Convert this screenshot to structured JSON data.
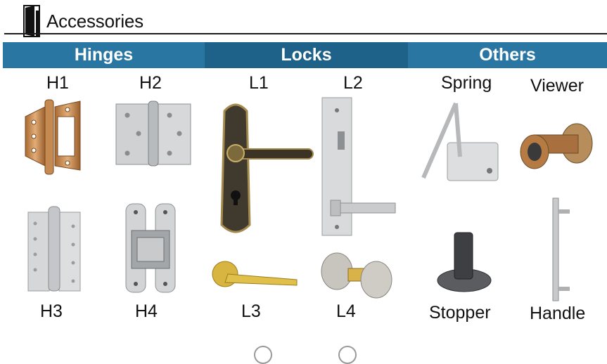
{
  "header": {
    "title": "Accessories",
    "icon": "door-icon"
  },
  "categories": [
    {
      "label": "Hinges",
      "color": "#2a76a3"
    },
    {
      "label": "Locks",
      "color": "#1f6289"
    },
    {
      "label": "Others",
      "color": "#2a76a3"
    }
  ],
  "products": {
    "h1": {
      "label": "H1",
      "icon": "butterfly-hinge-icon"
    },
    "h2": {
      "label": "H2",
      "icon": "flat-hinge-icon"
    },
    "h3": {
      "label": "H3",
      "icon": "lift-off-hinge-icon"
    },
    "h4": {
      "label": "H4",
      "icon": "concealed-hinge-icon"
    },
    "l1": {
      "label": "L1",
      "icon": "lever-lock-on-plate-icon"
    },
    "l2": {
      "label": "L2",
      "icon": "lever-lock-narrow-plate-icon"
    },
    "l3": {
      "label": "L3",
      "icon": "lever-handle-icon"
    },
    "l4": {
      "label": "L4",
      "icon": "knob-lock-icon"
    },
    "spring": {
      "label": "Spring",
      "icon": "door-closer-icon"
    },
    "viewer": {
      "label": "Viewer",
      "icon": "door-viewer-icon"
    },
    "stopper": {
      "label": "Stopper",
      "icon": "door-stopper-icon"
    },
    "handle": {
      "label": "Handle",
      "icon": "pull-handle-icon"
    }
  },
  "colors": {
    "brand_blue": "#2a76a3",
    "brand_blue_dark": "#1f6289"
  }
}
